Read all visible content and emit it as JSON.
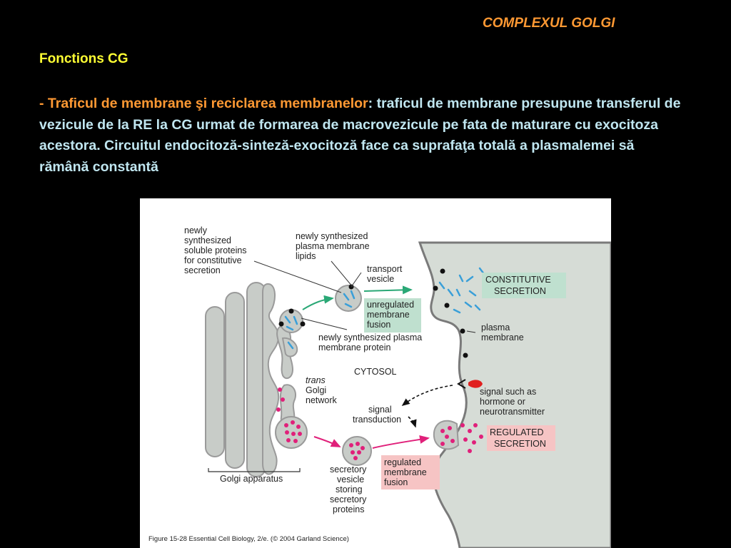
{
  "slide": {
    "title": "COMPLEXUL GOLGI",
    "heading": "Fonctions CG",
    "dash": "- ",
    "term": "Traficul de membrane şi reciclarea membranelor",
    "colon": ": ",
    "body": "traficul de membrane presupune transferul de vezicule de la RE la CG urmat de formarea de macrovezicule pe fata de maturare cu exocitoza acestora. Circuitul endocitoză-sinteză-exocitoză face ca suprafaţa totală a plasmalemei să rămână constantă"
  },
  "figure": {
    "labels": {
      "soluble_1": "newly",
      "soluble_2": "synthesized",
      "soluble_3": "soluble proteins",
      "soluble_4": "for constitutive",
      "soluble_5": "secretion",
      "lipids_1": "newly synthesized",
      "lipids_2": "plasma membrane",
      "lipids_3": "lipids",
      "transport_1": "transport",
      "transport_2": "vesicle",
      "constitutive_1": "CONSTITUTIVE",
      "constitutive_2": "SECRETION",
      "unregulated_1": "unregulated",
      "unregulated_2": "membrane",
      "unregulated_3": "fusion",
      "plasma_membrane_1": "plasma",
      "plasma_membrane_2": "membrane",
      "membrane_protein_1": "newly synthesized plasma",
      "membrane_protein_2": "membrane protein",
      "cytosol": "CYTOSOL",
      "tgn_1": "trans",
      "tgn_2": "Golgi",
      "tgn_3": "network",
      "signal_1": "signal such as",
      "signal_2": "hormone or",
      "signal_3": "neurotransmitter",
      "transduction_1": "signal",
      "transduction_2": "transduction",
      "regulated_1": "REGULATED",
      "regulated_2": "SECRETION",
      "reg_fusion_1": "regulated",
      "reg_fusion_2": "membrane",
      "reg_fusion_3": "fusion",
      "golgi_apparatus": "Golgi apparatus",
      "secretory_1": "secretory",
      "secretory_2": "vesicle",
      "secretory_3": "storing",
      "secretory_4": "secretory",
      "secretory_5": "proteins",
      "caption": "Figure 15-28  Essential Cell Biology, 2/e. (© 2004 Garland Science)"
    },
    "colors": {
      "exterior": "#d6dcd6",
      "golgi": "#c8ccc8",
      "protein": "#3a9fd8",
      "secretory_granule": "#e0207a",
      "green_box": "#bfe0cf",
      "pink_box": "#f6c4c4",
      "signal_molecule": "#e0201f"
    }
  }
}
